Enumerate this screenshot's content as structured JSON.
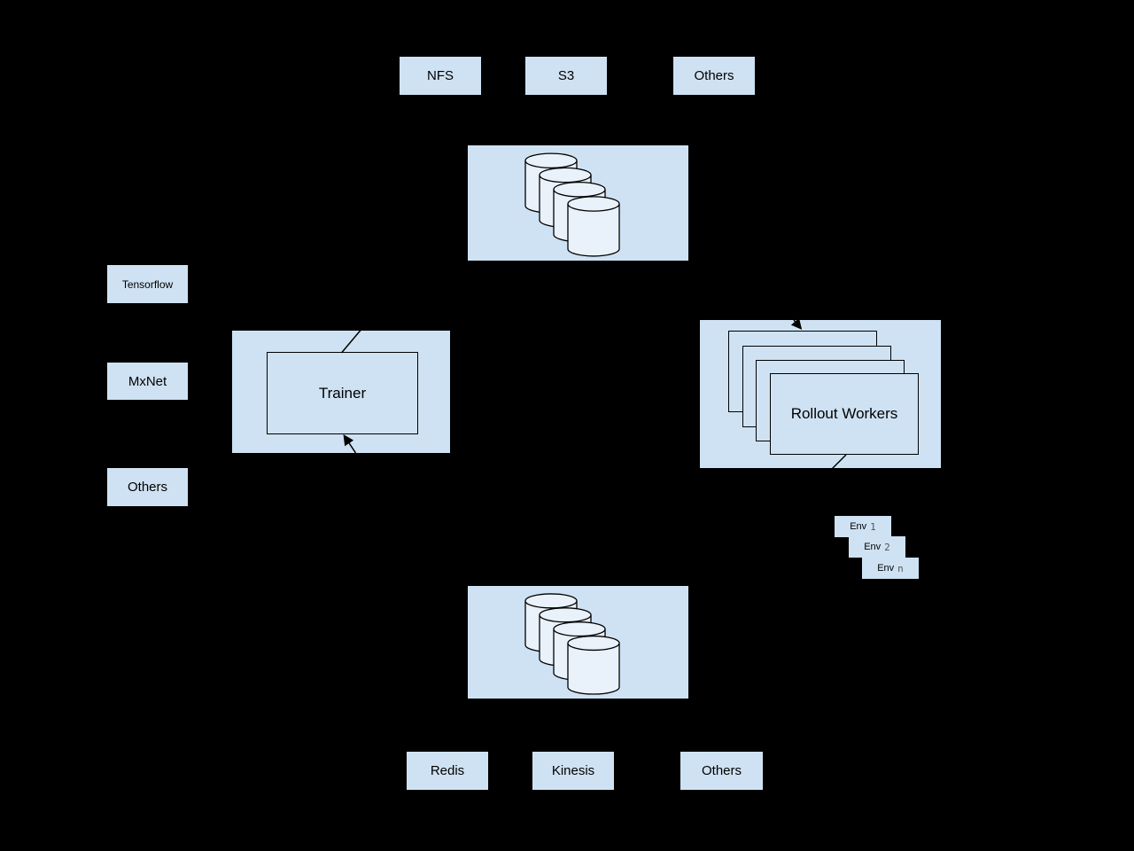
{
  "nodes": {
    "nfs": "NFS",
    "s3": "S3",
    "others_top": "Others",
    "tensorflow": "Tensorflow",
    "mxnet": "MxNet",
    "others_frameworks": "Others",
    "trainer": "Trainer",
    "rollout_workers": "Rollout Workers",
    "redis": "Redis",
    "kinesis": "Kinesis",
    "others_bottom": "Others"
  },
  "envs": [
    {
      "name": "Env",
      "index": "1"
    },
    {
      "name": "Env",
      "index": "2"
    },
    {
      "name": "Env",
      "index": "n"
    }
  ],
  "icons": {
    "model_storage": "database-cylinders-icon",
    "data_storage": "database-cylinders-icon"
  },
  "colors": {
    "background": "#000000",
    "node_fill": "#cfe2f3",
    "cylinder_fill": "#e9f1fa",
    "stroke": "#000000",
    "env_index_color": "#555555"
  }
}
